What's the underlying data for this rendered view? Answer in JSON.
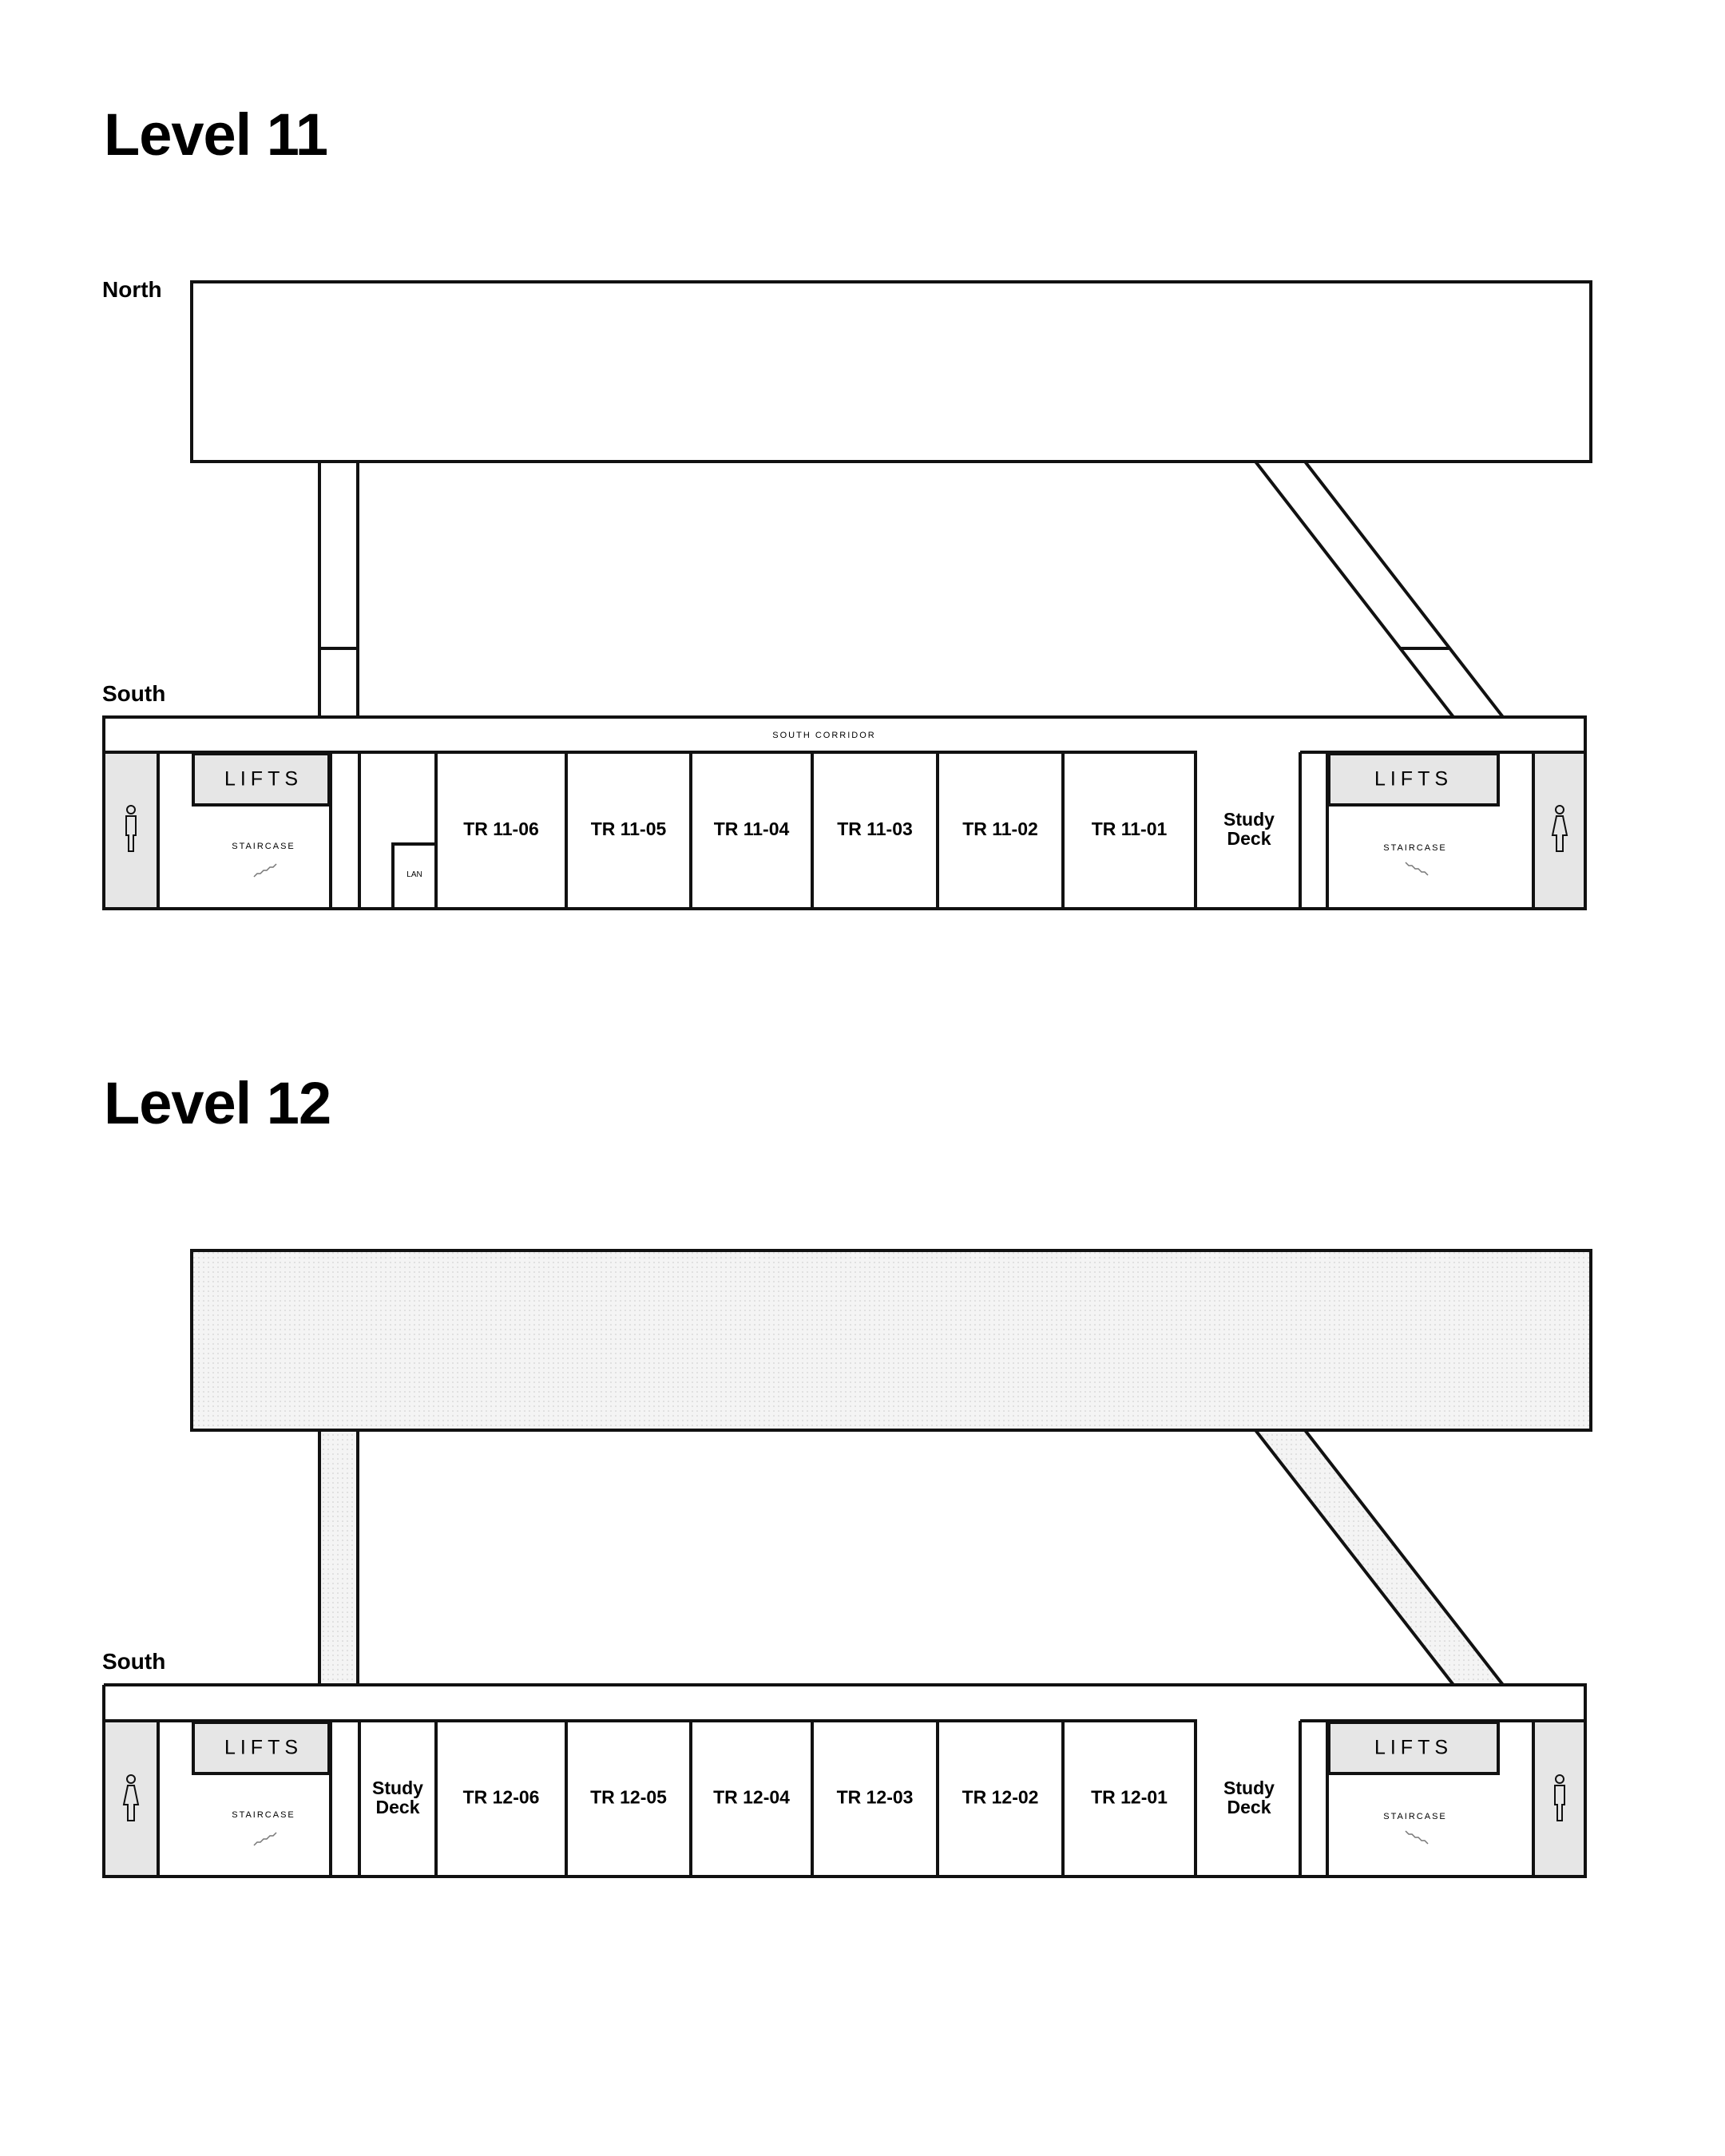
{
  "levels": [
    {
      "title": "Level 11",
      "north_label": "North",
      "south_label": "South",
      "corridor_label": "SOUTH CORRIDOR",
      "north_block_fill": "#ffffff",
      "rooms": [
        "TR 11-06",
        "TR 11-05",
        "TR 11-04",
        "TR 11-03",
        "TR 11-02",
        "TR 11-01"
      ],
      "left_special": "LAN",
      "study_deck": "Study\nDeck",
      "lifts": "LIFTS",
      "staircase": "STAIRCASE"
    },
    {
      "title": "Level 12",
      "south_label": "South",
      "north_block_fill": "#efefef",
      "rooms": [
        "TR 12-06",
        "TR 12-05",
        "TR 12-04",
        "TR 12-03",
        "TR 12-02",
        "TR 12-01"
      ],
      "left_study_deck": "Study\nDeck",
      "study_deck": "Study\nDeck",
      "lifts": "LIFTS",
      "staircase": "STAIRCASE"
    }
  ],
  "colors": {
    "wall": "#111111",
    "restroom_fill": "#e6e6e6",
    "lift_fill": "#e6e6e6"
  },
  "icons": [
    "male-restroom-icon",
    "female-restroom-icon",
    "staircase-icon"
  ]
}
